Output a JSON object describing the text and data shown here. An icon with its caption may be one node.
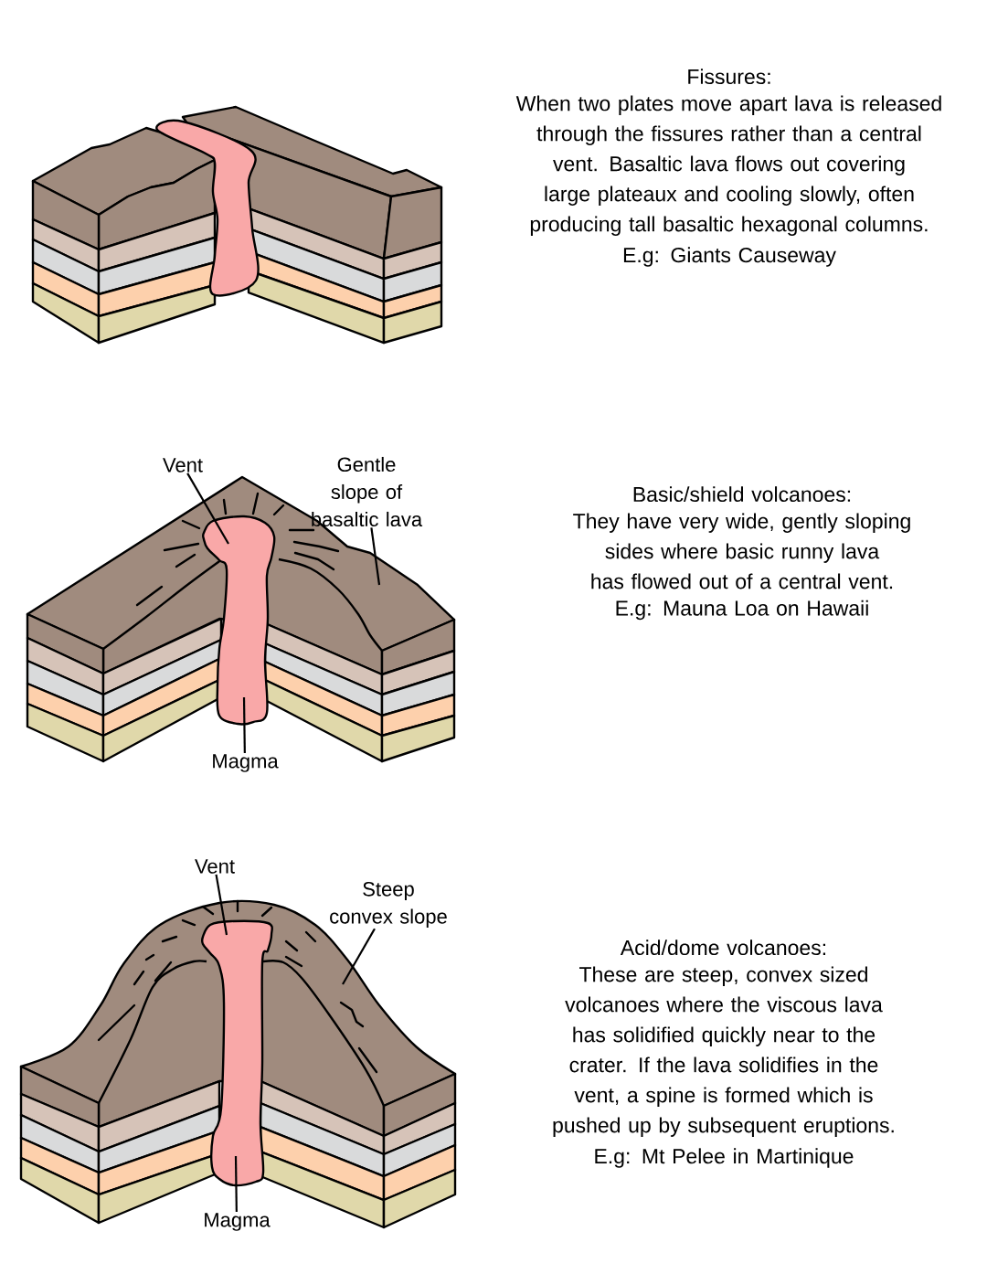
{
  "diagram": {
    "nodes": [
      {
        "text": [
          "Vent"
        ]
      },
      {
        "text": [
          "Gentle slope of basaltic lava"
        ]
      },
      {
        "text": [
          "Magma"
        ]
      },
      {
        "text": [
          "Vent"
        ]
      },
      {
        "text": [
          "Steep convex slope"
        ]
      },
      {
        "text": [
          "Magma"
        ]
      }
    ],
    "edges": [
      {
        "from": 0,
        "to": null,
        "arrow": "none"
      },
      {
        "from": 1,
        "to": null,
        "arrow": "none"
      },
      {
        "from": 2,
        "to": null,
        "arrow": "none"
      },
      {
        "from": 3,
        "to": null,
        "arrow": "none"
      },
      {
        "from": 4,
        "to": null,
        "arrow": "none"
      },
      {
        "from": 5,
        "to": null,
        "arrow": "none"
      }
    ],
    "labels": [
      "Fissures:",
      "When two plates move apart lava is released through the fissures rather than a central vent. Basaltic lava flows out covering large plateaux and cooling slowly, often producing tall basaltic hexagonal columns.",
      "E.g: Giants Causeway",
      "Basic/shield volcanoes:",
      "They have very wide, gently sloping sides where basic runny lava has flowed out of a central vent.",
      "E.g: Mauna Loa on Hawaii",
      "Acid/dome volcanoes:",
      "These are steep, convex sized volcanoes where the viscous lava has solidified quickly near to the crater. If the lava solidifies in the vent, a spine is formed which is pushed up by subsequent eruptions.",
      "E.g: Mt Pelee in Martinique"
    ]
  }
}
